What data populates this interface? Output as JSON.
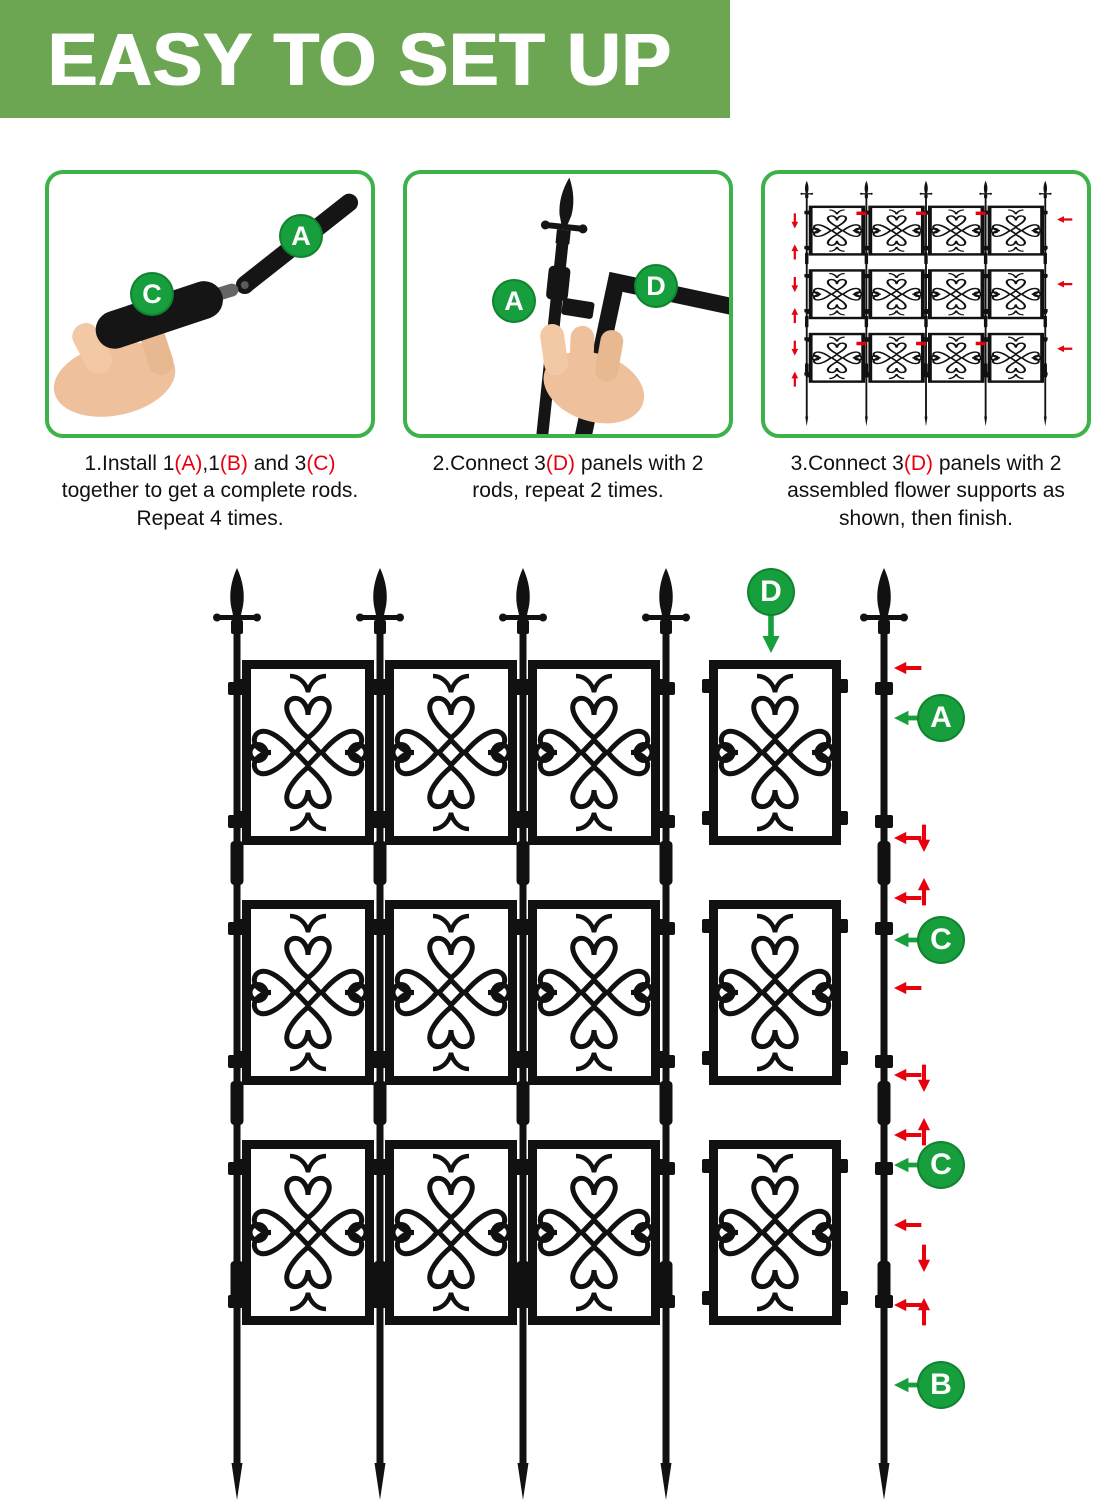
{
  "header": {
    "title": "EASY TO SET UP"
  },
  "colors": {
    "banner_green": "#6ca653",
    "panel_green": "#3db24b",
    "badge_green": "#179f3d",
    "red": "#e8000d",
    "ink": "#111111"
  },
  "steps": [
    {
      "badges": [
        "A",
        "C"
      ],
      "caption": [
        {
          "text": "1.Install 1"
        },
        {
          "text": "(A)",
          "red": true
        },
        {
          "text": ",1"
        },
        {
          "text": "(B)",
          "red": true
        },
        {
          "text": " and 3"
        },
        {
          "text": "(C)",
          "red": true
        },
        {
          "text": " together to get a complete rods. Repeat 4 times."
        }
      ]
    },
    {
      "badges": [
        "A",
        "D"
      ],
      "caption": [
        {
          "text": "2.Connect 3"
        },
        {
          "text": "(D)",
          "red": true
        },
        {
          "text": " panels with 2 rods, repeat 2 times."
        }
      ]
    },
    {
      "badges": [],
      "caption": [
        {
          "text": "3.Connect 3"
        },
        {
          "text": "(D)",
          "red": true
        },
        {
          "text": " panels with 2 assembled flower supports as shown, then finish."
        }
      ]
    }
  ],
  "diagram": {
    "callouts": [
      {
        "letter": "D"
      },
      {
        "letter": "A"
      },
      {
        "letter": "C"
      },
      {
        "letter": "C"
      },
      {
        "letter": "B"
      }
    ]
  }
}
